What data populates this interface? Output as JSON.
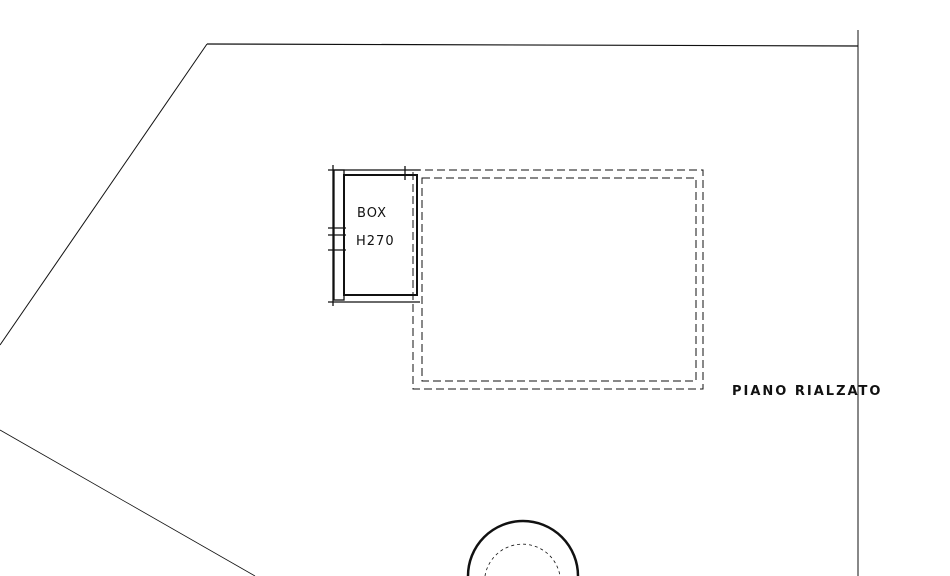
{
  "drawing": {
    "box_label": "BOX",
    "box_height": "H270",
    "floor_label": "PIANO RIALZATO",
    "stamp_text": "",
    "ink_color": "#111111"
  }
}
